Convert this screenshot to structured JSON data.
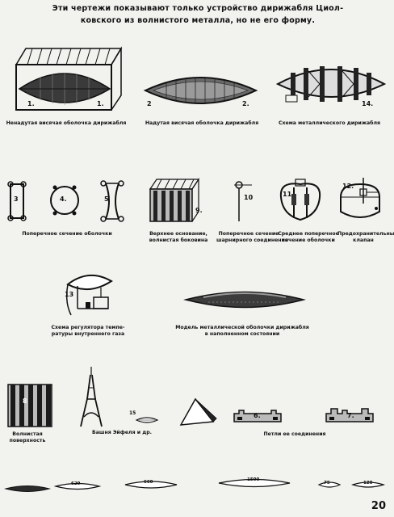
{
  "page": {
    "title_line1": "Эти чертежи показывают только устройство дирижабля Циол-",
    "title_line2": "ковского из волнистого металла, но не его форму.",
    "page_number": "20"
  },
  "figures": {
    "f1": {
      "caption": "Ненадутая висячая оболочка дирижабля",
      "num_a": "1.",
      "num_b": "1."
    },
    "f2": {
      "caption": "Надутая висячая оболочка дирижабля",
      "num_a": "2",
      "num_b": "2."
    },
    "f14": {
      "caption": "Схема металлического дирижабля",
      "num": "14."
    },
    "f3": {
      "num": "3"
    },
    "f4": {
      "num": "4."
    },
    "f5": {
      "num": "5"
    },
    "cross_section": {
      "caption": "Поперечное сечение оболочки"
    },
    "f9": {
      "num": "9.",
      "caption_line1": "Верхнее основание,",
      "caption_line2": "волнистая боковина"
    },
    "f10": {
      "num": "10",
      "caption_line1": "Поперечное сечение",
      "caption_line2": "шарнирного соединения"
    },
    "f11": {
      "num": "11",
      "caption_line1": "Среднее поперечное",
      "caption_line2": "сечение оболочки"
    },
    "f12": {
      "num": "12.",
      "caption_line1": "Предохранительный",
      "caption_line2": "клапан"
    },
    "f13": {
      "num": "13",
      "caption_line1": "Схема регулятора темпе-",
      "caption_line2": "ратуры внутреннего газа"
    },
    "model": {
      "caption_line1": "Модель металлической оболочки дирижабля",
      "caption_line2": "в наполненном состоянии"
    },
    "f8": {
      "num": "8",
      "caption_line1": "Волнистая",
      "caption_line2": "поверхность"
    },
    "eiffel": {
      "caption": "Башня Эйфеля и др.",
      "num": "15"
    },
    "loops": {
      "caption": "Петли ее соединения",
      "num_a": "6.",
      "num_b": "7."
    },
    "shapes": {
      "s2": "629",
      "s3": "660",
      "s4": "1500",
      "s5": "75",
      "s6": "120"
    }
  }
}
